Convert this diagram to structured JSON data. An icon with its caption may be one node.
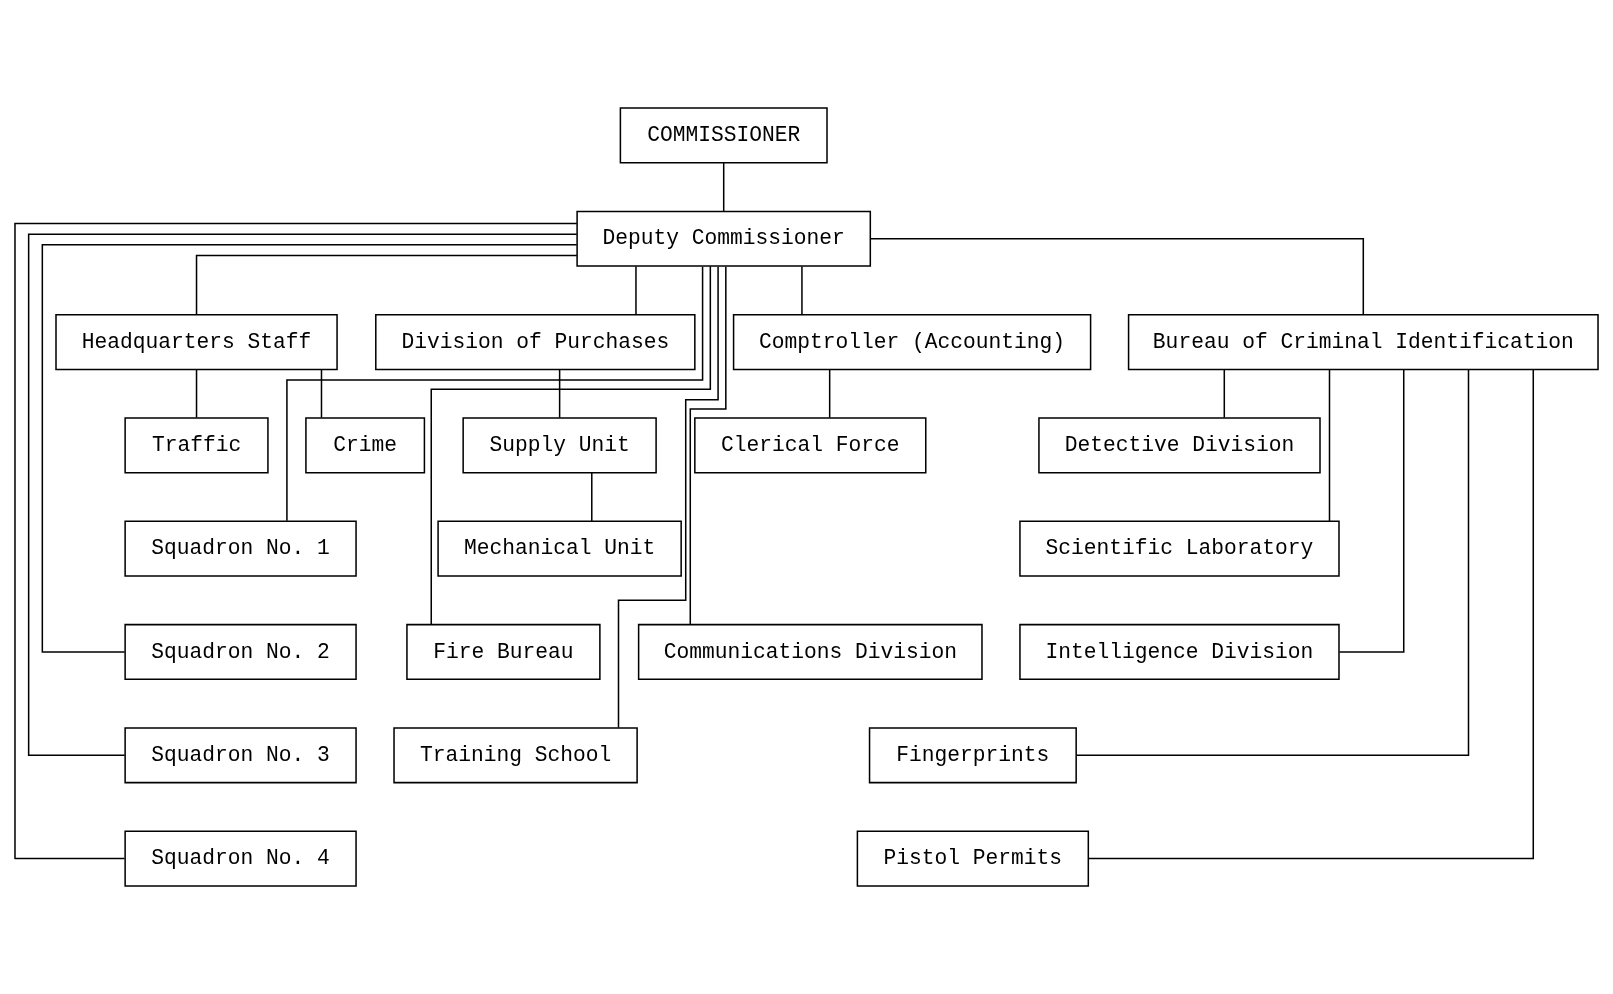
{
  "diagram": {
    "nodes": [
      {
        "text": [
          "COMMISSIONER"
        ]
      },
      {
        "text": [
          "Deputy Commissioner"
        ]
      },
      {
        "text": [
          "Headquarters Staff"
        ]
      },
      {
        "text": [
          "Division of Purchases"
        ]
      },
      {
        "text": [
          "Comptroller (Accounting)"
        ]
      },
      {
        "text": [
          "Bureau of Criminal Identification"
        ]
      },
      {
        "text": [
          "Traffic"
        ]
      },
      {
        "text": [
          "Crime"
        ]
      },
      {
        "text": [
          "Supply Unit"
        ]
      },
      {
        "text": [
          "Clerical Force"
        ]
      },
      {
        "text": [
          "Detective Division"
        ]
      },
      {
        "text": [
          "Squadron No. 1"
        ]
      },
      {
        "text": [
          "Mechanical Unit"
        ]
      },
      {
        "text": [
          "Scientific Laboratory"
        ]
      },
      {
        "text": [
          "Squadron No. 2"
        ]
      },
      {
        "text": [
          "Fire Bureau"
        ]
      },
      {
        "text": [
          "Communications Division"
        ]
      },
      {
        "text": [
          "Intelligence Division"
        ]
      },
      {
        "text": [
          "Squadron No. 3"
        ]
      },
      {
        "text": [
          "Training School"
        ]
      },
      {
        "text": [
          "Fingerprints"
        ]
      },
      {
        "text": [
          "Squadron No. 4"
        ]
      },
      {
        "text": [
          "Pistol Permits"
        ]
      }
    ],
    "edges": [
      {
        "from": 0,
        "to": 1,
        "arrow": "none"
      },
      {
        "from": 1,
        "to": 2,
        "arrow": "none"
      },
      {
        "from": 1,
        "to": 3,
        "arrow": "none"
      },
      {
        "from": 1,
        "to": 4,
        "arrow": "none"
      },
      {
        "from": 1,
        "to": 5,
        "arrow": "none"
      },
      {
        "from": 2,
        "to": 6,
        "arrow": "none"
      },
      {
        "from": 2,
        "to": 7,
        "arrow": "none"
      },
      {
        "from": 1,
        "to": 11,
        "arrow": "none"
      },
      {
        "from": 1,
        "to": 14,
        "arrow": "none"
      },
      {
        "from": 1,
        "to": 18,
        "arrow": "none"
      },
      {
        "from": 1,
        "to": 21,
        "arrow": "none"
      },
      {
        "from": 3,
        "to": 8,
        "arrow": "none"
      },
      {
        "from": 8,
        "to": 12,
        "arrow": "none"
      },
      {
        "from": 1,
        "to": 15,
        "arrow": "none"
      },
      {
        "from": 1,
        "to": 16,
        "arrow": "none"
      },
      {
        "from": 1,
        "to": 19,
        "arrow": "none"
      },
      {
        "from": 4,
        "to": 9,
        "arrow": "none"
      },
      {
        "from": 5,
        "to": 10,
        "arrow": "none"
      },
      {
        "from": 5,
        "to": 13,
        "arrow": "none"
      },
      {
        "from": 5,
        "to": 17,
        "arrow": "none"
      },
      {
        "from": 5,
        "to": 20,
        "arrow": "none"
      },
      {
        "from": 5,
        "to": 22,
        "arrow": "none"
      }
    ]
  }
}
